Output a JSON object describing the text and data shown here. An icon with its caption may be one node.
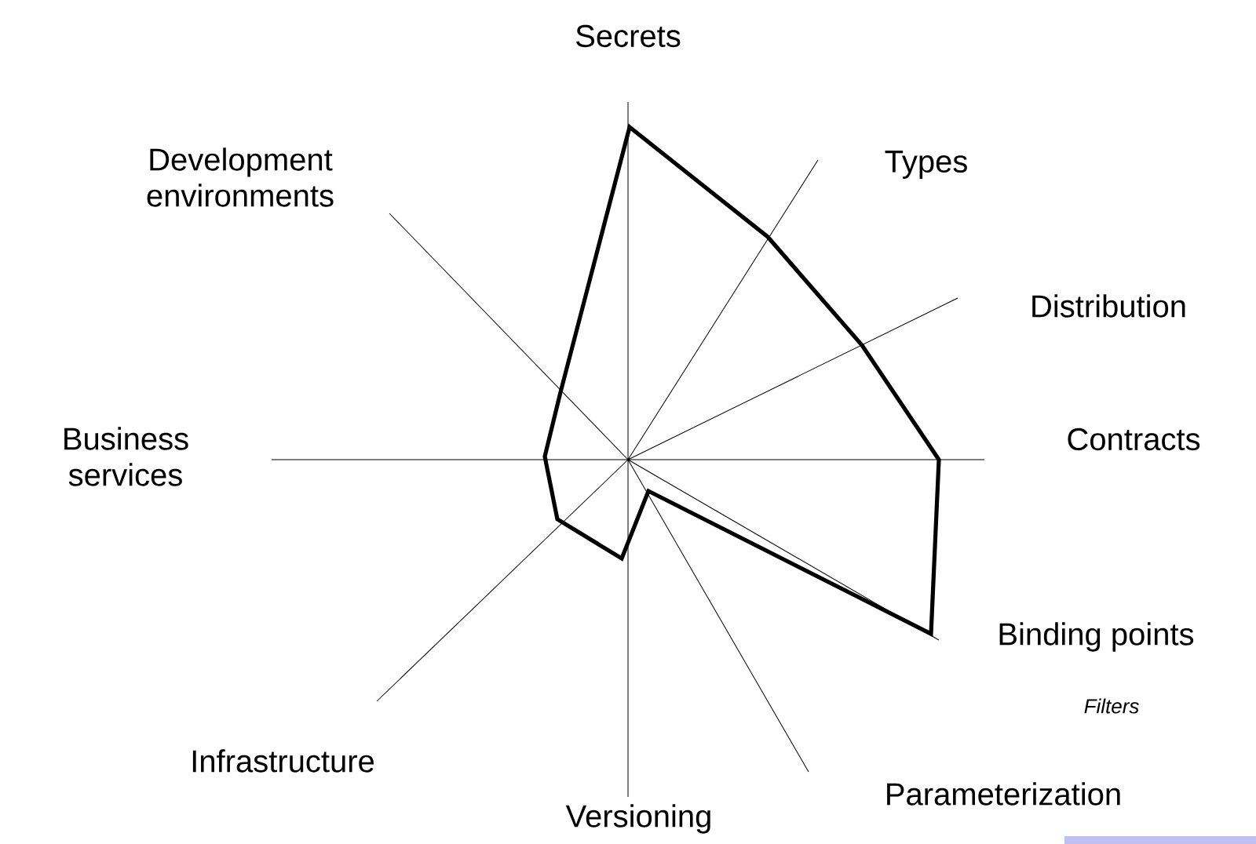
{
  "diagram": {
    "labels": [
      "Secrets",
      "Development environments",
      "Types",
      "Distribution",
      "Business services",
      "Contracts",
      "Binding points",
      "Filters",
      "Infrastructure",
      "Parameterization",
      "Versioning"
    ]
  }
}
